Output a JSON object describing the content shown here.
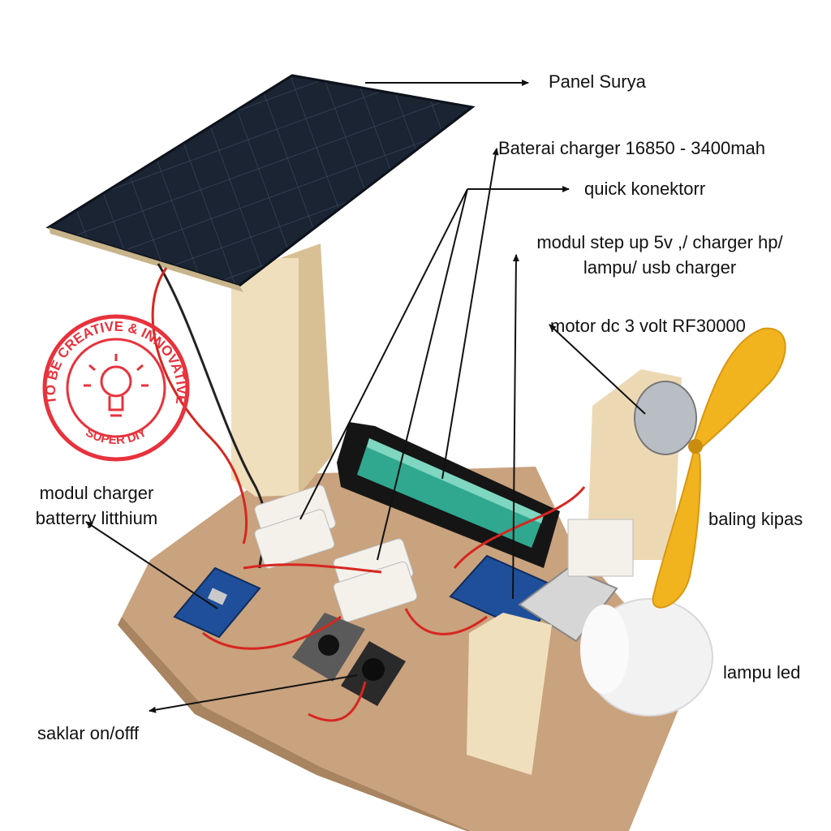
{
  "labels": {
    "panel_surya": "Panel Surya",
    "baterai": "Baterai charger 16850 - 3400mah",
    "quick_konektor": "quick konektorr",
    "modul_step_up_line1": "modul step up  5v ,/ charger hp/",
    "modul_step_up_line2": "lampu/ usb charger",
    "motor_dc": "motor dc 3 volt  RF30000",
    "modul_charger_line1": "modul charger",
    "modul_charger_line2": "batterry  litthium",
    "baling_kipas": "baling kipas",
    "lampu_led": "lampu led",
    "saklar": "saklar on/offf"
  },
  "stamp": {
    "text_top": "TO BE CREATIVE & INNOVATIVE",
    "text_bottom": "SUPER DIY",
    "color": "#e8323c"
  },
  "colors": {
    "board": "#c9a27e",
    "wood": "#ecd9b4",
    "panel": "#1b2433",
    "battery": "#2fa88f",
    "fan": "#f2b41e",
    "wire_red": "#d7261f",
    "pcb": "#1f4f9a",
    "annotation": "#111111"
  }
}
